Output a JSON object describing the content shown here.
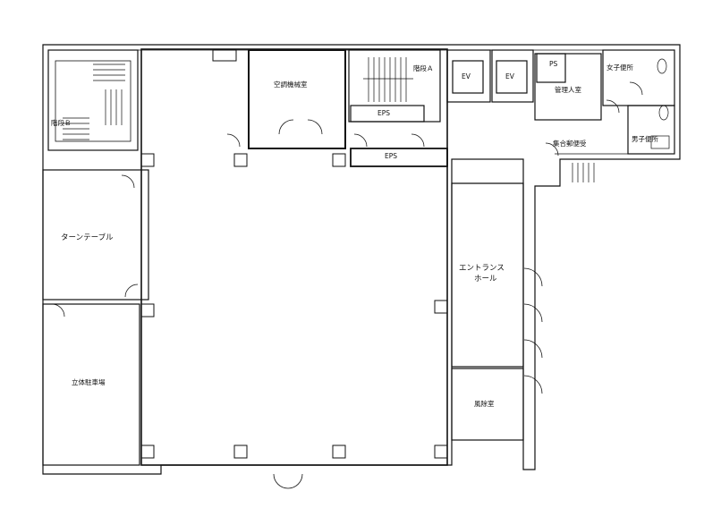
{
  "floor_plan": {
    "rooms": {
      "stair_b": "階段Ｂ",
      "turntable": "ターンテーブル",
      "parking": "立体駐車場",
      "ac_room": "空調機械室",
      "stair_a": "階段Ａ",
      "eps_upper": "EPS",
      "eps_lower": "EPS",
      "ev_1": "EV",
      "ev_2": "EV",
      "ps": "PS",
      "manager": "管理人室",
      "womens_wc": "女子便所",
      "mens_wc": "男子便所",
      "mail_box": "集合郵便受",
      "entrance_hall_line1": "エントランス",
      "entrance_hall_line2": "ホール",
      "windbreak": "風除室"
    }
  }
}
